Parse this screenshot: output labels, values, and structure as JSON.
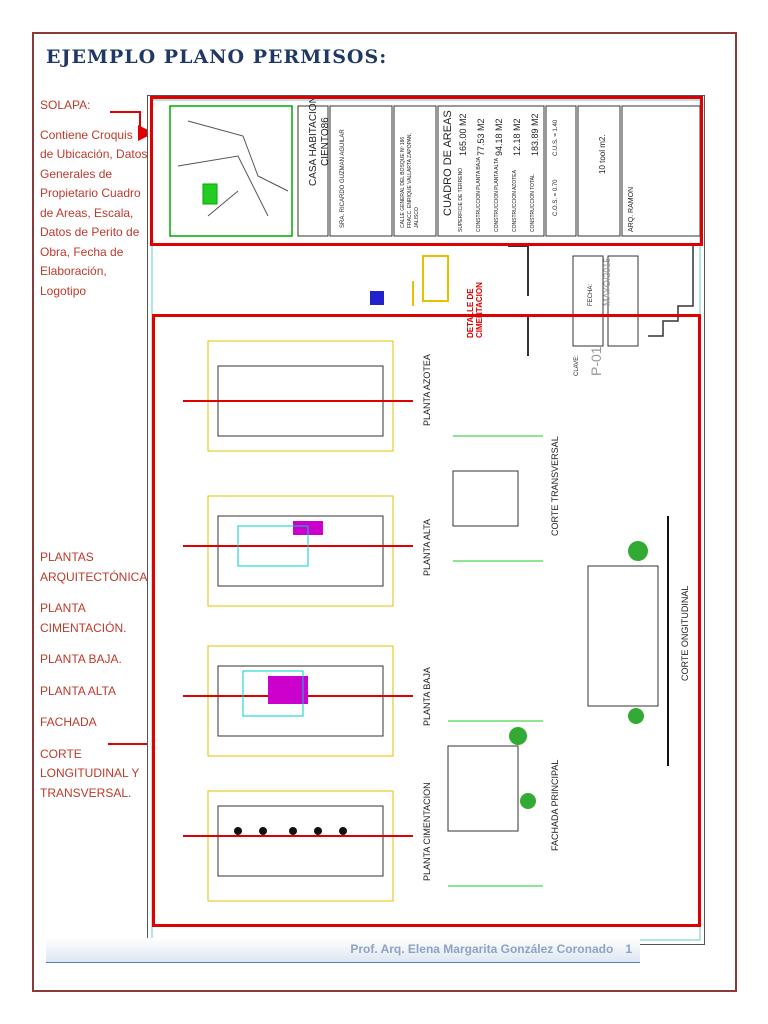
{
  "title": "EJEMPLO PLANO PERMISOS:",
  "annotations": {
    "solapa_label": "SOLAPA:",
    "solapa_description": "Contiene Croquis de Ubicación, Datos Generales de Propietario Cuadro de Areas, Escala, Datos de Perito de Obra, Fecha de Elaboración, Logotipo",
    "plantas_items": [
      "PLANTAS ARQUITECTÓNICAS:",
      "PLANTA CIMENTACIÓN.",
      "PLANTA BAJA.",
      "PLANTA ALTA",
      "FACHADA",
      "CORTE LONGITUDINAL Y TRANSVERSAL."
    ]
  },
  "footer": {
    "author": "Prof. Arq. Elena Margarita González Coronado",
    "page": "1"
  },
  "plan_sheet": {
    "project": "CASA HABITACION",
    "project_sub": "CIENTO86",
    "owner": "SRA. RICARDO GUZMAN AGUILAR",
    "address": "CALLE GENERAL DEL BOSQUE Nº 186 FRACC. ENRIQUE VALLARTA ZAPOPAN, JALISCO",
    "areas_title": "CUADRO DE AREAS",
    "areas": [
      {
        "label": "SUPERFICIE DE TERRENO",
        "value": "165.00 M2"
      },
      {
        "label": "CONSTRUCCION PLANTA BAJA",
        "value": "77.53 M2"
      },
      {
        "label": "CONSTRUCCION PLANTA ALTA",
        "value": "94.18 M2"
      },
      {
        "label": "CONSTRUCCION AZOTEA",
        "value": "12.18 M2"
      },
      {
        "label": "CONSTRUCCION TOTAL",
        "value": "183.89 M2"
      }
    ],
    "cos": "C.O.S. = 0.70",
    "cus": "C.U.S. = 1.40",
    "scale_value": "10 tool m2.",
    "perito": "ARQ. RAMON",
    "fecha_label": "FECHA:",
    "fecha": "MAYO/2015",
    "clave_label": "CLAVE:",
    "clave": "P-01",
    "detalle": "DETALLE DE CIMENTACION",
    "drawings": [
      "PLANTA AZOTEA",
      "PLANTA ALTA",
      "PLANTA BAJA",
      "PLANTA CIMENTACION",
      "CORTE TRANSVERSAL",
      "FACHADA PRINCIPAL",
      "CORTE ONGITUDINAL"
    ]
  }
}
